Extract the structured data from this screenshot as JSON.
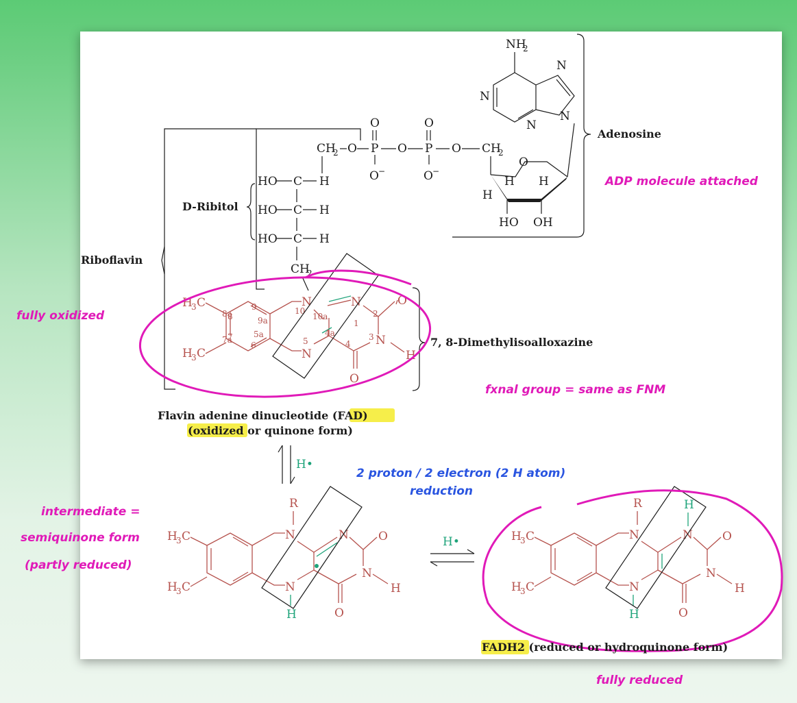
{
  "labels": {
    "adenosine": "Adenosine",
    "d_ribitol": "D-Ribitol",
    "riboflavin": "Riboflavin",
    "isoalloxazine": "7, 8-Dimethylisoalloxazine",
    "fad_title_pre": "Flavin adenine dinucleotide ",
    "fad_title_hl": "(FAD)",
    "fad_sub_hl": "(oxidized",
    "fad_sub_rest": " or quinone form)",
    "fadh2_hl": "FADH2",
    "fadh2_rest": " (reduced or hydroquinone form)",
    "h_dot": "H•"
  },
  "notes": {
    "adp": "ADP molecule attached",
    "fully_oxidized": "fully oxidized",
    "fxnal_group": "fxnal group = same as FNM",
    "reduction_1": "2 proton / 2 electron (2 H atom)",
    "reduction_2": "reduction",
    "intermediate_1": "intermediate =",
    "intermediate_2": "semiquinone form",
    "partly_reduced": "(partly reduced)",
    "fully_reduced": "fully reduced"
  },
  "colors": {
    "structure": "#1c1c1c",
    "flavin_ring": "#b5524d",
    "reactive_bond": "#1ea37a",
    "annotation_pink": "#e01ab8",
    "annotation_blue": "#2a55e0",
    "highlight": "#f6ee4a"
  }
}
